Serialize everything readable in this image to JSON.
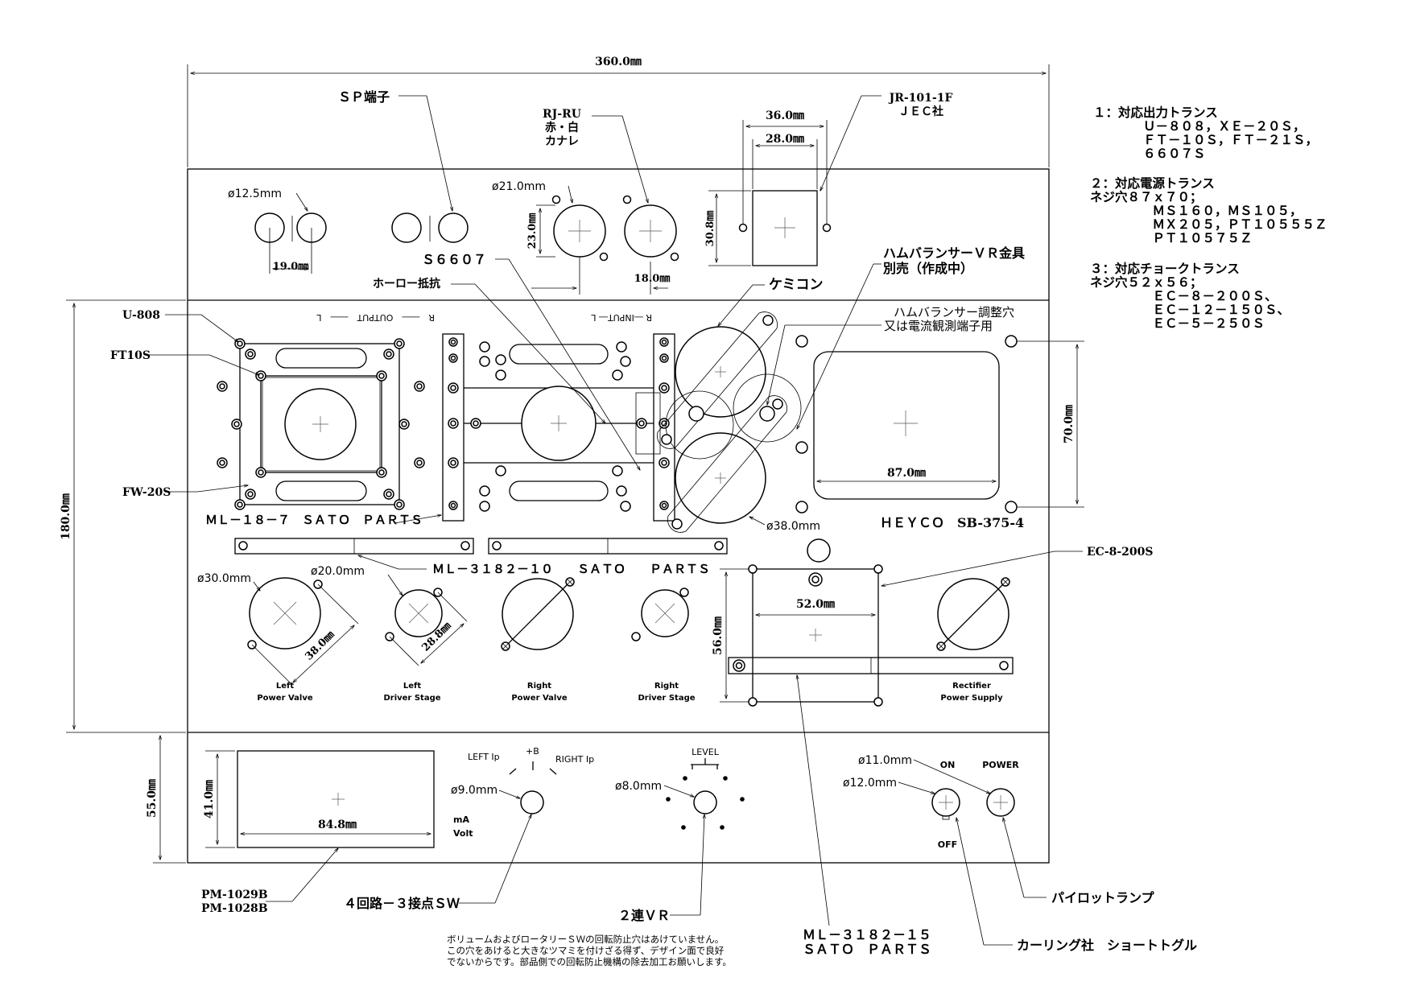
{
  "dimensions": {
    "total_width": "360.0㎜",
    "jr_outer": "36.0㎜",
    "jr_inner": "28.0㎜",
    "jr_height": "30.8㎜",
    "total_height": "180.0㎜",
    "bottom_height": "55.0㎜",
    "sp_pitch": "19.0㎜",
    "sp_dia": "ø12.5mm",
    "rca_dia": "ø21.0mm",
    "rca_h": "23.0㎜",
    "rca_pitch": "18.0㎜",
    "trans_h": "70.0㎜",
    "trans_w": "87.0㎜",
    "cap_dia": "ø38.0mm",
    "pv_dia": "ø30.0mm",
    "pv_pitch": "38.0㎜",
    "dv_dia": "ø20.0mm",
    "dv_pitch": "28.8㎜",
    "choke_w": "52.0㎜",
    "choke_h": "56.0㎜",
    "meter_h": "41.0㎜",
    "meter_w": "84.8㎜",
    "sw_dia": "ø9.0mm",
    "vr_dia": "ø8.0mm",
    "toggle_dia": "ø11.0mm",
    "lamp_dia": "ø12.0mm"
  },
  "labels": {
    "sp": "ＳＰ端子",
    "rj1": "RJ-RU",
    "rj2": "赤・白",
    "rj3": "カナレ",
    "jr1": "JR-101-1F",
    "jr2": "ＪＥＣ社",
    "s6607": "Ｓ６６０７",
    "horo": "ホーロー抵抗",
    "kemicon": "ケミコン",
    "hum1": "ハムバランサーＶＲ金具",
    "hum2": "別売（作成中）",
    "hum3": "ハムバランサー調整穴",
    "hum4": "又は電流観測端子用",
    "u808": "U-808",
    "ft10s": "FT10S",
    "fw20s": "FW-20S",
    "ml187": "ＭＬ－１８－７　ＳＡＴＯ　ＰＡＲＴＳ",
    "ml3182_10": "ＭＬ－３１８２－１０　　ＳＡＴＯ　　ＰＡＲＴＳ",
    "heyco": "ＨＥＹＣＯ　SB-375-4",
    "ec8": "EC-8-200S",
    "output": "R　――　OUTPUT　――　L",
    "input": "R ―INPUT― L",
    "left_pv_1": "Left",
    "left_pv_2": "Power  Valve",
    "left_dv_1": "Left",
    "left_dv_2": "Driver  Stage",
    "right_pv_1": "Right",
    "right_pv_2": "Power  Valve",
    "right_dv_1": "Right",
    "right_dv_2": "Driver  Stage",
    "rect_1": "Rectifier",
    "rect_2": "Power  Supply",
    "left_ip": "LEFT  Ip",
    "plus_b": "+B",
    "right_ip": "RIGHT  Ip",
    "ma": "mA",
    "volt": "Volt",
    "level": "LEVEL",
    "on": "ON",
    "off": "OFF",
    "power": "POWER",
    "pm1": "PM-1029B",
    "pm2": "PM-1028B",
    "sw4": "４回路－３接点ＳＷ",
    "vr2": "２連ＶＲ",
    "ml3182_15_1": "ＭＬ－３１８２－１５",
    "ml3182_15_2": "ＳＡＴＯ　ＰＡＲＴＳ",
    "lamp": "パイロットランプ",
    "toggle": "カーリング社　ショートトグル",
    "note": "ボリュームおよびロータリーＳＷの回転防止穴はあけていません。この穴をあけると大きなツマミを付けざる得ず、デザイン面で良好でないからです。部品側での回転防止機構の除去加工お願いします。"
  },
  "specs": {
    "out_t": "１：対応出力トランス\n　　　　Ｕ－８０８，ＸＥ－２０Ｓ，\n　　　　ＦＴ－１０Ｓ，ＦＴ－２１Ｓ，\n　　　　６６０７Ｓ",
    "pwr_t": "２：対応電源トランス\nネジ穴８７ｘ７０；\n　　　　　ＭＳ１６０，ＭＳ１０５，\n　　　　　ＭＸ２０５，ＰＴ１０５５５Ｚ\n　　　　　ＰＴ１０５７５Ｚ",
    "choke_t": "３：対応チョークトランス\nネジ穴５２ｘ５６；\n　　　　　ＥＣ－８－２００Ｓ、\n　　　　　ＥＣ－１２－１５０Ｓ、\n　　　　　ＥＣ－５－２５０Ｓ"
  }
}
